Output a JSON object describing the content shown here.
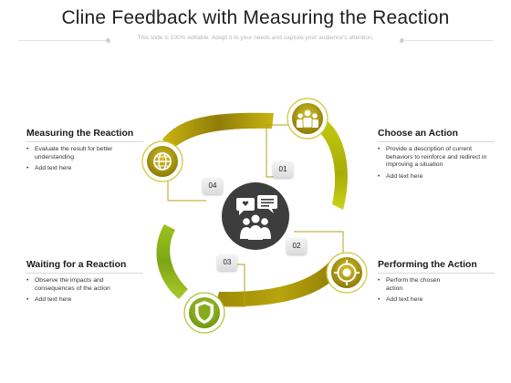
{
  "title": "Cline Feedback with Measuring the Reaction",
  "subtitle": "This slide is 100% editable. Adapt it to your needs and capture your audience's attention.",
  "colors": {
    "olive": "#9e8c10",
    "yellow_green": "#b9c20c",
    "green": "#8db51b",
    "dark": "#3b3b3b"
  },
  "center_icon": "feedback-people-icon",
  "stages": [
    {
      "number": "01",
      "title": "Choose an Action",
      "icon": "team-icon",
      "bullets": [
        "Provide a description of current behaviors to reinforce and redirect in improving a situation",
        "Add text here"
      ]
    },
    {
      "number": "02",
      "title": "Performing the Action",
      "icon": "target-icon",
      "bullets": [
        "Perform the chosen action",
        "Add text here"
      ]
    },
    {
      "number": "03",
      "title": "Waiting for a Reaction",
      "icon": "shield-icon",
      "bullets": [
        "Observe the impacts and consequences of the action",
        "Add text here"
      ]
    },
    {
      "number": "04",
      "title": "Measuring the Reaction",
      "icon": "globe-icon",
      "bullets": [
        "Evaluate the result for better understanding",
        "Add text here"
      ]
    }
  ]
}
